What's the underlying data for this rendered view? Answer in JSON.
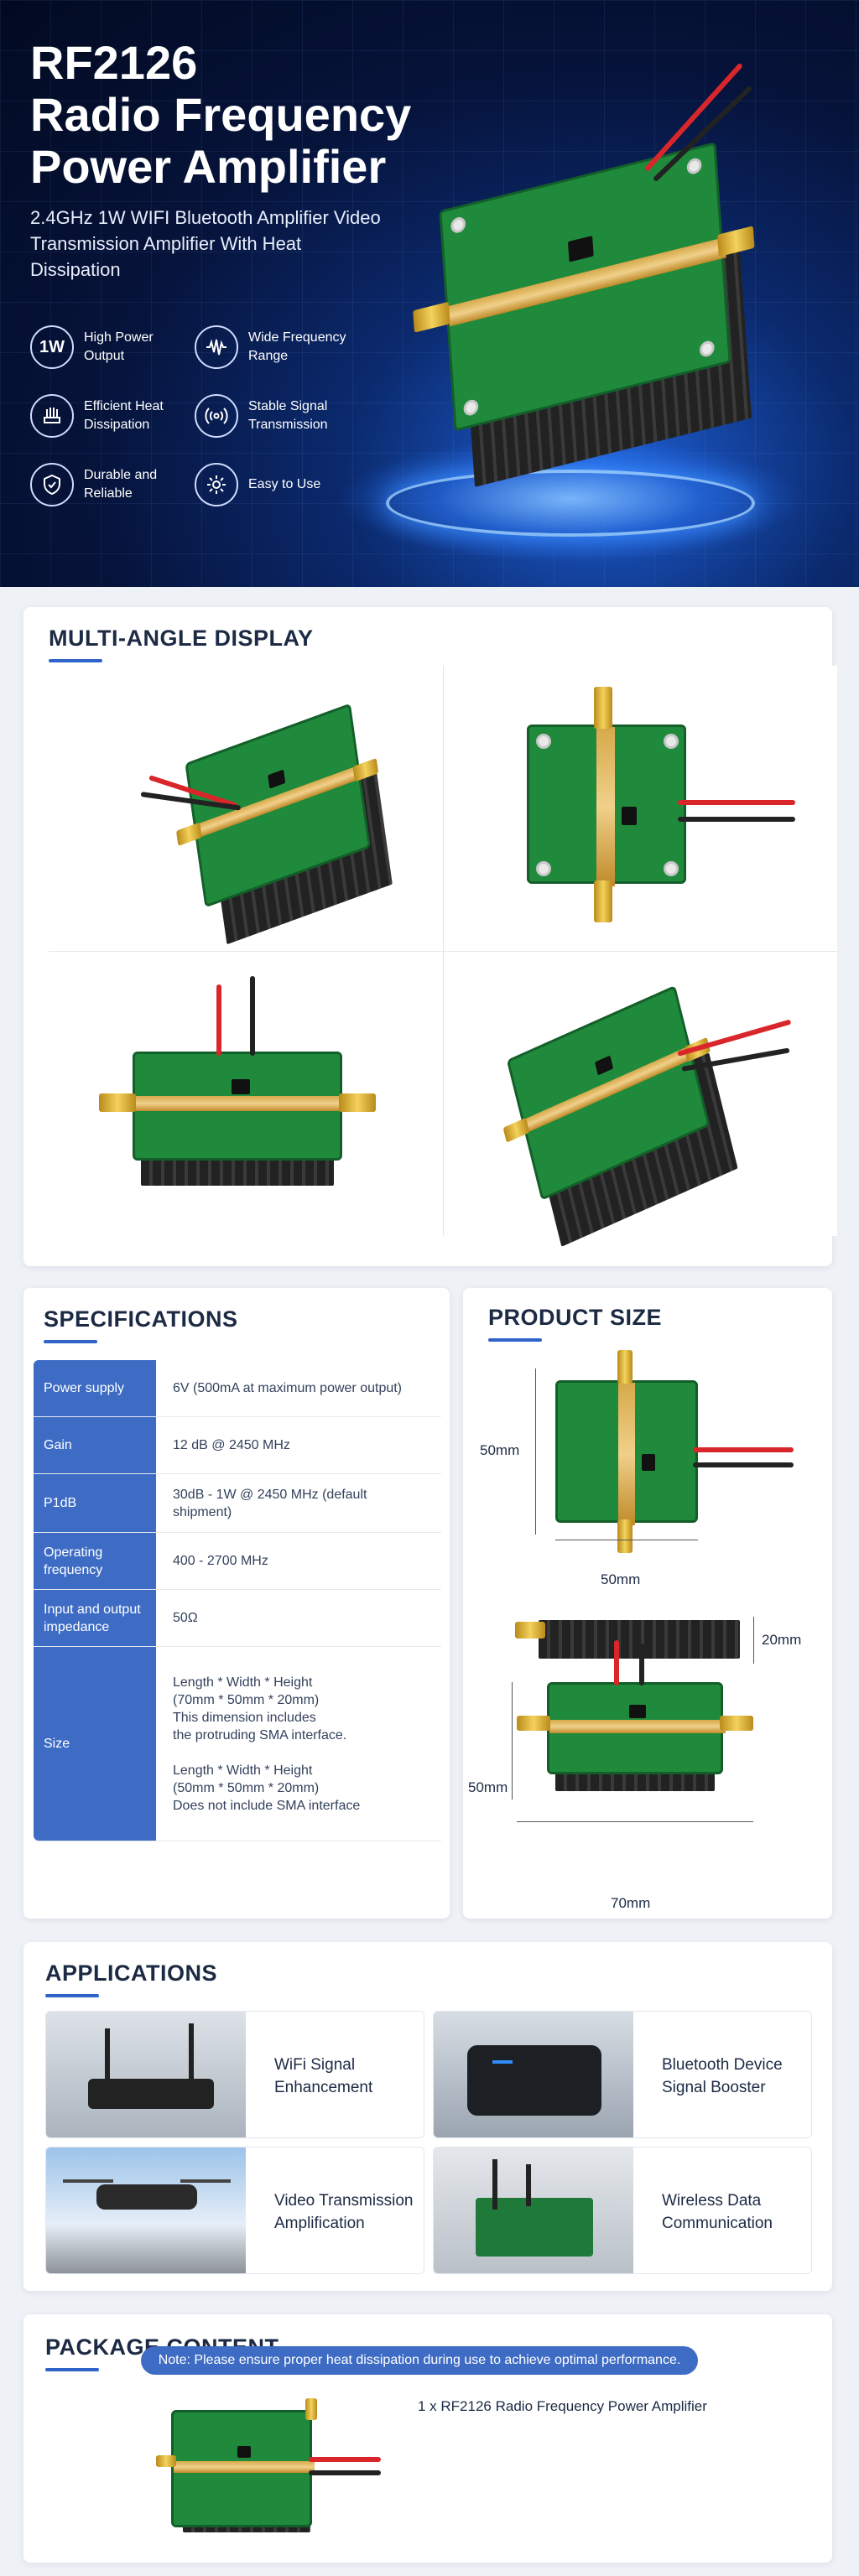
{
  "hero": {
    "title_line1": "RF2126",
    "title_line2": "Radio Frequency",
    "title_line3": "Power Amplifier",
    "subtitle": "2.4GHz 1W WIFI Bluetooth Amplifier Video Transmission Amplifier With Heat Dissipation",
    "features": [
      {
        "icon": "1w-badge-icon",
        "icon_text": "1W",
        "label": "High Power Output"
      },
      {
        "icon": "waveform-icon",
        "label": "Wide Frequency Range"
      },
      {
        "icon": "heat-dissipation-icon",
        "label": "Efficient Heat Dissipation"
      },
      {
        "icon": "signal-broadcast-icon",
        "label": "Stable Signal Transmission"
      },
      {
        "icon": "shield-check-icon",
        "label": "Durable and Reliable"
      },
      {
        "icon": "gear-icon",
        "label": "Easy to Use"
      }
    ]
  },
  "multi_angle": {
    "title": "MULTI-ANGLE DISPLAY"
  },
  "specifications": {
    "title": "SPECIFICATIONS",
    "rows": [
      {
        "key": "Power supply",
        "value": "6V (500mA at maximum power output)"
      },
      {
        "key": "Gain",
        "value": "12 dB @ 2450 MHz"
      },
      {
        "key": "P1dB",
        "value": "30dB - 1W @ 2450 MHz (default shipment)"
      },
      {
        "key": "Operating frequency",
        "value": "400 - 2700 MHz"
      },
      {
        "key": "Input and output impedance",
        "value": "50Ω"
      },
      {
        "key": "Size",
        "value": "Length * Width * Height\n(70mm * 50mm * 20mm)\nThis dimension includes\nthe protruding SMA interface.\n\nLength * Width * Height\n(50mm * 50mm * 20mm)\nDoes not include SMA interface"
      }
    ]
  },
  "product_size": {
    "title": "PRODUCT SIZE",
    "top_height": "50mm",
    "top_width": "50mm",
    "side_height": "20mm",
    "front_height": "50mm",
    "front_width": "70mm"
  },
  "applications": {
    "title": "APPLICATIONS",
    "items": [
      {
        "label": "WiFi Signal Enhancement"
      },
      {
        "label": "Bluetooth Device Signal Booster"
      },
      {
        "label": "Video Transmission Amplification"
      },
      {
        "label": "Wireless Data Communication"
      }
    ]
  },
  "package": {
    "title": "PACKAGE CONTENT",
    "item": "1 x RF2126 Radio Frequency Power Amplifier",
    "note": "Note: Please ensure proper heat dissipation during use to achieve optimal performance."
  },
  "colors": {
    "accent": "#3e6cc4",
    "pcb_green": "#1f8a3c",
    "hero_dark": "#06133a"
  }
}
